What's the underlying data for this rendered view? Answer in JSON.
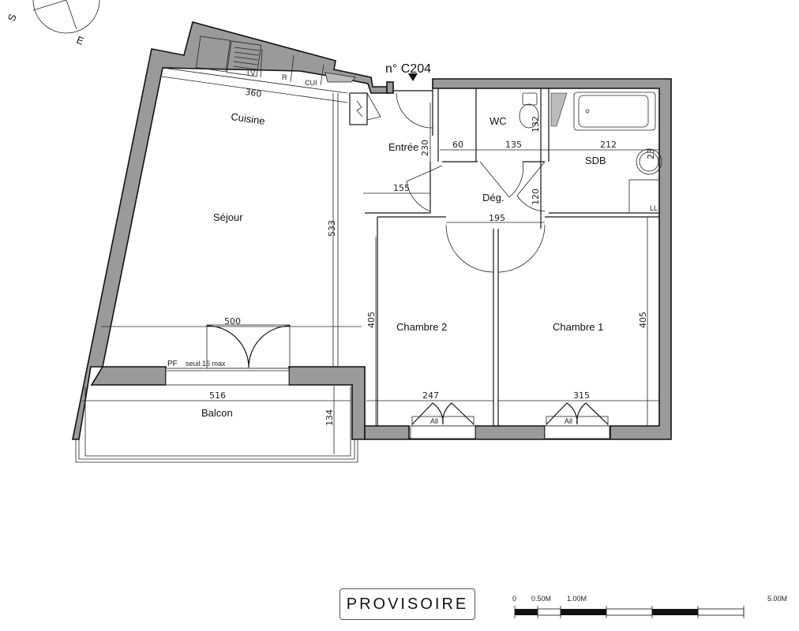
{
  "compass": {
    "south": "S",
    "east": "E"
  },
  "plan": {
    "lot_number": "n° C204",
    "kitchen_labels": {
      "sink": "LV",
      "fridge": "R",
      "cooker": "CUI"
    },
    "rooms": {
      "cuisine": "Cuisine",
      "sejour": "Séjour",
      "entree": "Entrée",
      "wc": "WC",
      "sdb": "SDB",
      "deg": "Dég.",
      "chambre2": "Chambre 2",
      "chambre1": "Chambre 1",
      "balcon": "Balcon"
    },
    "dimensions": {
      "cuisine_width": "360",
      "sejour_depth": "533",
      "sejour_width": "500",
      "entree_depth": "230",
      "entree_width": "60",
      "wc_width": "135",
      "wc_depth": "132",
      "sdb_width": "212",
      "sdb_sink": "23",
      "deg_width": "155",
      "deg_depth": "120",
      "deg_length": "195",
      "chambre2_depth": "405",
      "chambre1_depth": "405",
      "chambre2_width": "247",
      "chambre1_width": "315",
      "balcon_width": "516",
      "balcon_depth": "134"
    },
    "annotations": {
      "pf": "PF",
      "seuil": "seuil 15 max",
      "ll": "LL",
      "window_ch2": "All",
      "window_ch1": "All"
    }
  },
  "stamp": "PROVISOIRE",
  "scale_bar": {
    "labels": [
      "0",
      "0.50M",
      "1.00M",
      "5.00M"
    ]
  }
}
